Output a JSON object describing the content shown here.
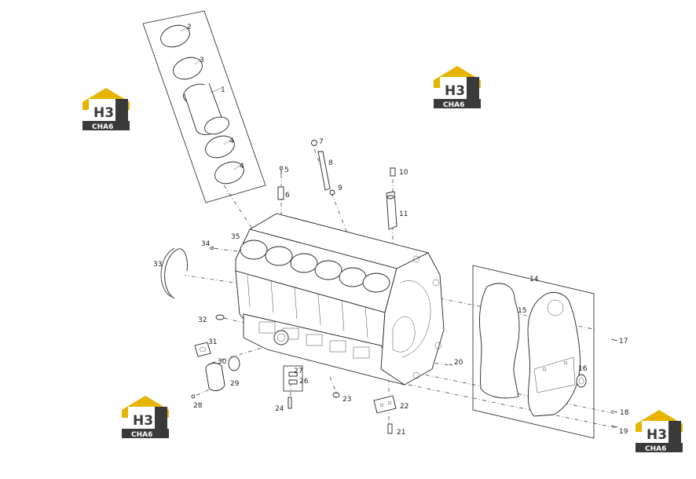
{
  "brand": {
    "mark": "H3",
    "caption": "CHA6",
    "color_gold": "#e7b400",
    "color_dark": "#3a3a3a"
  },
  "callouts": [
    {
      "id": "2",
      "label": "2"
    },
    {
      "id": "3",
      "label": "3"
    },
    {
      "id": "1",
      "label": "1"
    },
    {
      "id": "4a",
      "label": "4"
    },
    {
      "id": "4b",
      "label": "4"
    },
    {
      "id": "5",
      "label": "5"
    },
    {
      "id": "6",
      "label": "6"
    },
    {
      "id": "7",
      "label": "7"
    },
    {
      "id": "8",
      "label": "8"
    },
    {
      "id": "9",
      "label": "9"
    },
    {
      "id": "10",
      "label": "10"
    },
    {
      "id": "11",
      "label": "11"
    },
    {
      "id": "14",
      "label": "14"
    },
    {
      "id": "15",
      "label": "15"
    },
    {
      "id": "16",
      "label": "16"
    },
    {
      "id": "17",
      "label": "17"
    },
    {
      "id": "18",
      "label": "18"
    },
    {
      "id": "19",
      "label": "19"
    },
    {
      "id": "20",
      "label": "20"
    },
    {
      "id": "21",
      "label": "21"
    },
    {
      "id": "22",
      "label": "22"
    },
    {
      "id": "23",
      "label": "23"
    },
    {
      "id": "24",
      "label": "24"
    },
    {
      "id": "26",
      "label": "26"
    },
    {
      "id": "27",
      "label": "27"
    },
    {
      "id": "28",
      "label": "28"
    },
    {
      "id": "29",
      "label": "29"
    },
    {
      "id": "30",
      "label": "30"
    },
    {
      "id": "31",
      "label": "31"
    },
    {
      "id": "32",
      "label": "32"
    },
    {
      "id": "33",
      "label": "33"
    },
    {
      "id": "34",
      "label": "34"
    },
    {
      "id": "35",
      "label": "35"
    }
  ]
}
